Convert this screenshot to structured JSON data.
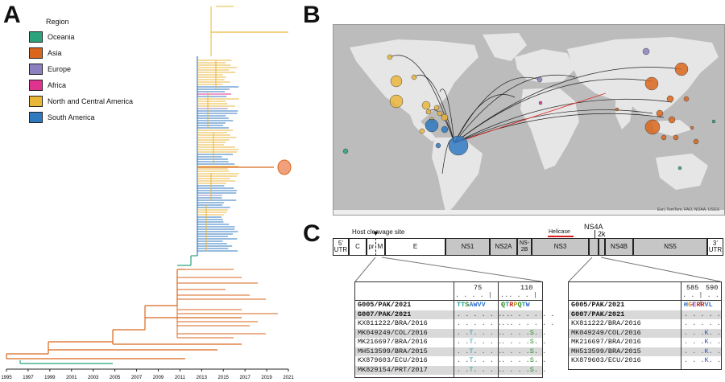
{
  "panels": {
    "a": "A",
    "b": "B",
    "c": "C"
  },
  "legend": {
    "title": "Region",
    "items": [
      {
        "label": "Oceania",
        "color": "#2ba37c"
      },
      {
        "label": "Asia",
        "color": "#d9661c"
      },
      {
        "label": "Europe",
        "color": "#8c80bf"
      },
      {
        "label": "Africa",
        "color": "#e0338f"
      },
      {
        "label": "North and Central America",
        "color": "#eab63a"
      },
      {
        "label": "South America",
        "color": "#2f79bf"
      }
    ]
  },
  "axis_years": [
    "1995",
    "1997",
    "1999",
    "2001",
    "2003",
    "2005",
    "2007",
    "2009",
    "2011",
    "2013",
    "2015",
    "2017",
    "2019",
    "2021"
  ],
  "map_credit": "Esri, TomTom, FAO, NOAA, USGS",
  "genome": {
    "host_cleavage_label": "Host cleavage site",
    "helicase_label": "Helicase",
    "ns4a_label": "NS4A",
    "k2_label": "2k",
    "segments": [
      "5’ UTR",
      "C",
      "pr",
      "M",
      "E",
      "NS1",
      "NS2A",
      "NS-2B",
      "NS3",
      "NS4B",
      "NS5",
      "3’ UTR"
    ]
  },
  "alignment_left": {
    "pos1": "75",
    "pos2": "110",
    "ticks1": ". . . . | . .",
    "ticks2": ". . . . | . .",
    "rows": [
      {
        "name": "G005/PAK/2021",
        "seq1": "TTSAWVV",
        "seq2": "QTRPQTW",
        "bold": true,
        "shaded": false
      },
      {
        "name": "G007/PAK/2021",
        "seq1": ". . . . . . .",
        "seq2": ". . . . . . .",
        "bold": true,
        "shaded": true
      },
      {
        "name": "KX811222/BRA/2016",
        "seq1": ". . . . . . .",
        "seq2": ". . . . . . .",
        "bold": false,
        "shaded": false
      },
      {
        "name": "MK049249/COL/2016",
        "seq1": ". .T. . . .",
        "seq2": ". . . .S. .",
        "bold": false,
        "shaded": true
      },
      {
        "name": "MK216697/BRA/2016",
        "seq1": ". .T. . . .",
        "seq2": ". . . .S. .",
        "bold": false,
        "shaded": false
      },
      {
        "name": "MH513599/BRA/2015",
        "seq1": ". .T. . . .",
        "seq2": ". . . .S. .",
        "bold": false,
        "shaded": true
      },
      {
        "name": "KX879603/ECU/2016",
        "seq1": ". .T. . . .",
        "seq2": ". . . .S. .",
        "bold": false,
        "shaded": false
      },
      {
        "name": "MK829154/PRT/2017",
        "seq1": ". .T. . . .",
        "seq2": ". . . .S. .",
        "bold": false,
        "shaded": true
      }
    ]
  },
  "alignment_right": {
    "pos1": "585",
    "pos2": "590",
    "ticks": ". . | . . . . |",
    "rows": [
      {
        "name": "G005/PAK/2021",
        "seq": "HGERRVL",
        "bold": true,
        "shaded": false
      },
      {
        "name": "G007/PAK/2021",
        "seq": ". . . . . . .",
        "bold": true,
        "shaded": true
      },
      {
        "name": "KX811222/BRA/2016",
        "seq": ". . . . . . .",
        "bold": false,
        "shaded": false
      },
      {
        "name": "MK049249/COL/2016",
        "seq": ". . .K. . .",
        "bold": false,
        "shaded": true
      },
      {
        "name": "MK216697/BRA/2016",
        "seq": ". . .K. . .",
        "bold": false,
        "shaded": false
      },
      {
        "name": "MH513599/BRA/2015",
        "seq": ". . .K. . .",
        "bold": false,
        "shaded": true
      },
      {
        "name": "KX879603/ECU/2016",
        "seq": ". . .K. . .",
        "bold": false,
        "shaded": false
      }
    ]
  }
}
